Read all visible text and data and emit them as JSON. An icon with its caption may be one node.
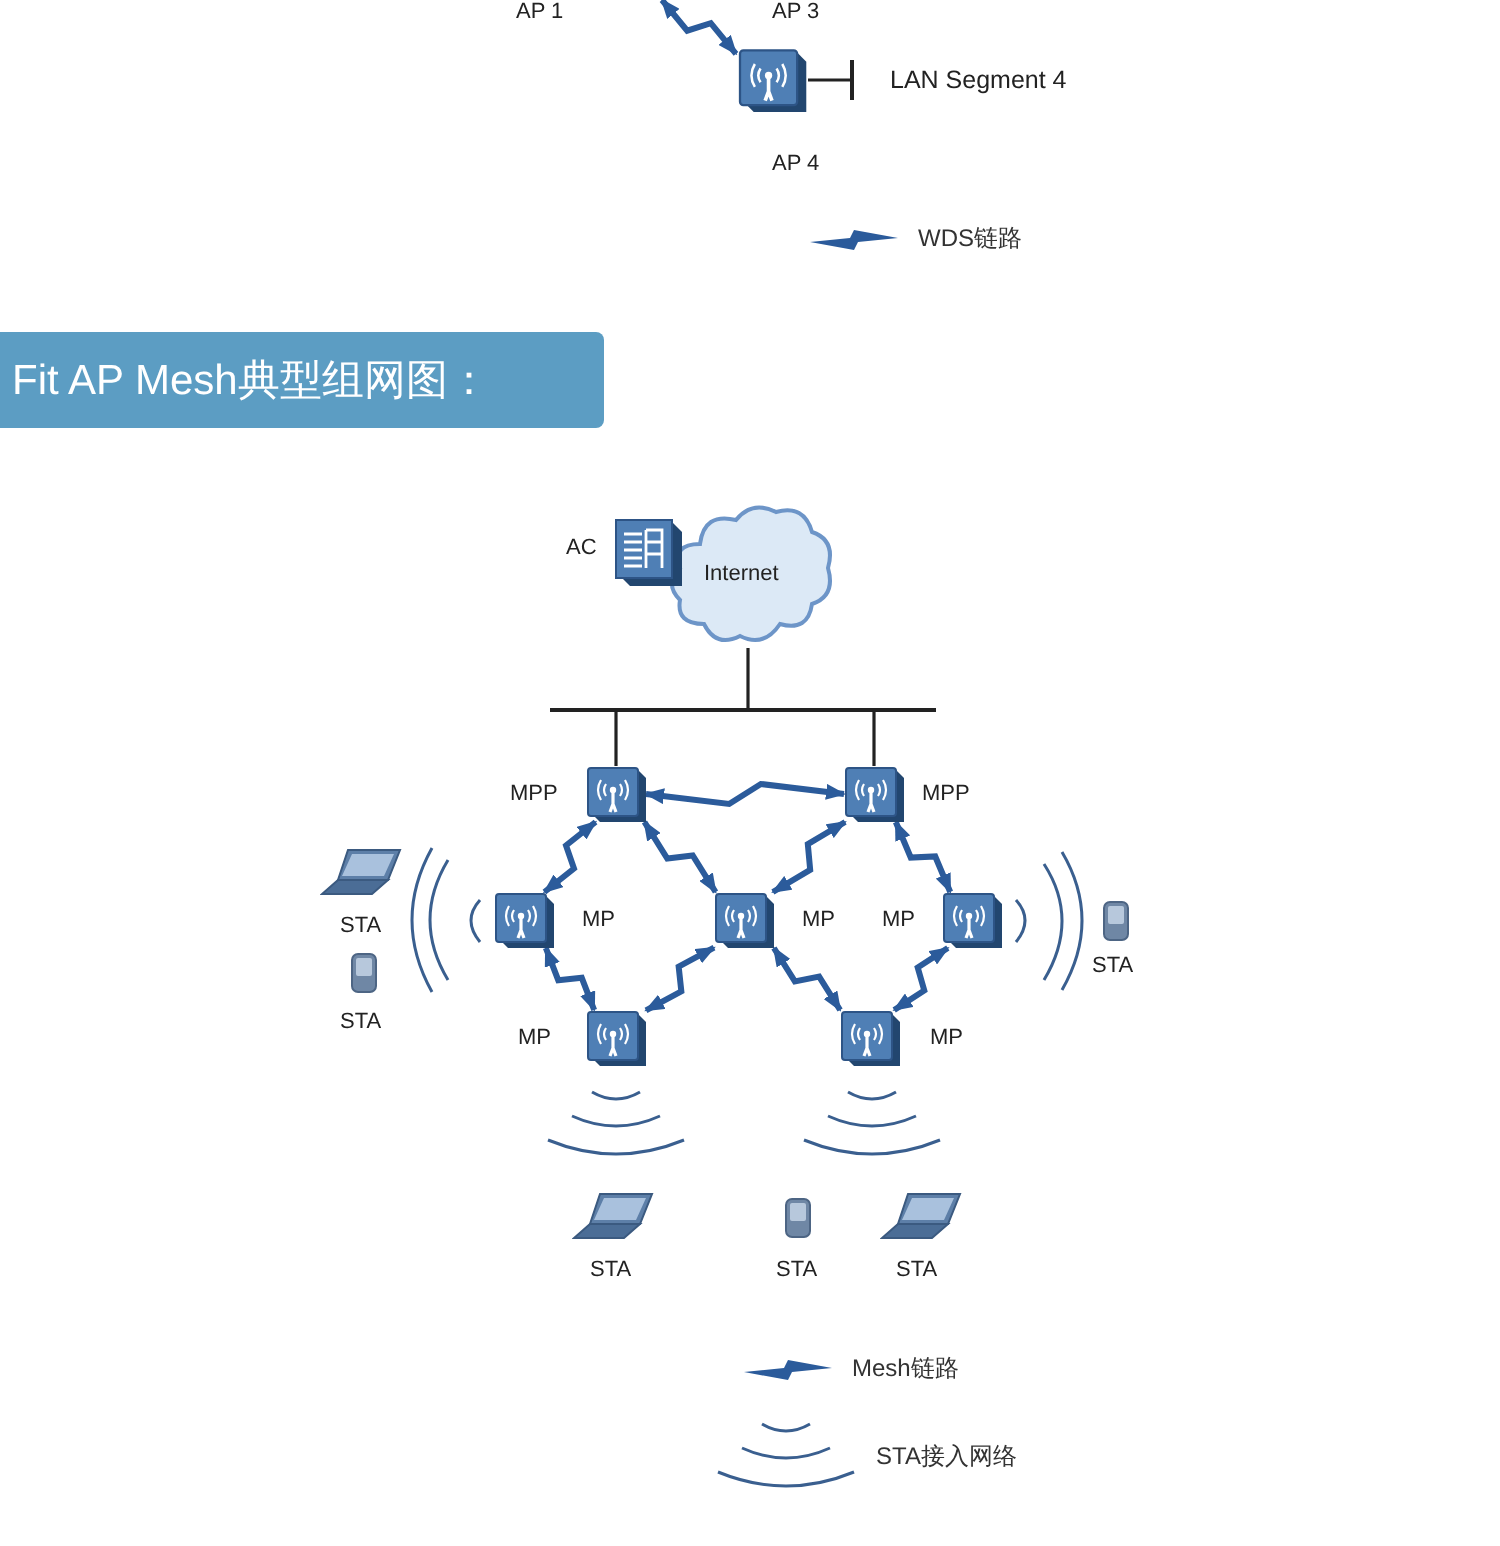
{
  "diagram": {
    "title": "Fit AP Mesh典型组网图：",
    "nodes": [
      {
        "text": [],
        "shape": "picture",
        "beside": [
          "AP 4"
        ]
      },
      {
        "text": [
          "LAN Segment 4"
        ]
      },
      {
        "text": [
          "Internet"
        ]
      },
      {
        "text": [],
        "shape": "picture",
        "beside": [
          "AC"
        ]
      },
      {
        "text": [],
        "shape": "bar"
      },
      {
        "text": [],
        "shape": "picture",
        "beside": [
          "MPP"
        ]
      },
      {
        "text": [],
        "shape": "picture",
        "beside": [
          "MPP"
        ]
      },
      {
        "text": [],
        "shape": "picture",
        "beside": [
          "STA"
        ]
      },
      {
        "text": [],
        "shape": "picture",
        "beside": [
          "MP"
        ]
      },
      {
        "text": [],
        "shape": "picture",
        "beside": [
          "MP"
        ]
      },
      {
        "text": [],
        "shape": "picture",
        "beside": [
          "MP"
        ]
      },
      {
        "text": [],
        "shape": "picture",
        "beside": [
          "STA"
        ]
      },
      {
        "text": [],
        "shape": "picture",
        "beside": [
          "STA"
        ]
      },
      {
        "text": [],
        "shape": "picture",
        "beside": [
          "MP"
        ]
      },
      {
        "text": [],
        "shape": "picture",
        "beside": [
          "MP"
        ]
      },
      {
        "text": [],
        "shape": "picture",
        "beside": [
          "STA"
        ]
      },
      {
        "text": [],
        "shape": "picture",
        "beside": [
          "STA"
        ]
      },
      {
        "text": [],
        "shape": "picture",
        "beside": [
          "STA"
        ]
      }
    ],
    "edges": [
      {
        "from": null,
        "to": 0,
        "arrow": "both"
      },
      {
        "from": 0,
        "to": 1,
        "arrow": "other",
        "color": "#222222"
      },
      {
        "from": 2,
        "to": 4,
        "arrow": "none",
        "color": "#222222"
      },
      {
        "from": 4,
        "to": 5,
        "arrow": "none",
        "color": "#222222"
      },
      {
        "from": 4,
        "to": 6,
        "arrow": "none",
        "color": "#222222"
      },
      {
        "from": 5,
        "to": 6,
        "arrow": "both"
      },
      {
        "from": 5,
        "to": 8,
        "arrow": "both"
      },
      {
        "from": 5,
        "to": 9,
        "arrow": "both"
      },
      {
        "from": 6,
        "to": 9,
        "arrow": "both"
      },
      {
        "from": 6,
        "to": 10,
        "arrow": "both"
      },
      {
        "from": 8,
        "to": 13,
        "arrow": "both"
      },
      {
        "from": 9,
        "to": 13,
        "arrow": "both"
      },
      {
        "from": 9,
        "to": 14,
        "arrow": "both"
      },
      {
        "from": 10,
        "to": 14,
        "arrow": "both"
      }
    ],
    "labels": [
      "AP 1",
      "AP 3"
    ],
    "legend": [
      {
        "text": "WDS链路"
      },
      {
        "text": "Mesh链路"
      },
      {
        "text": "STA接入网络"
      }
    ]
  }
}
